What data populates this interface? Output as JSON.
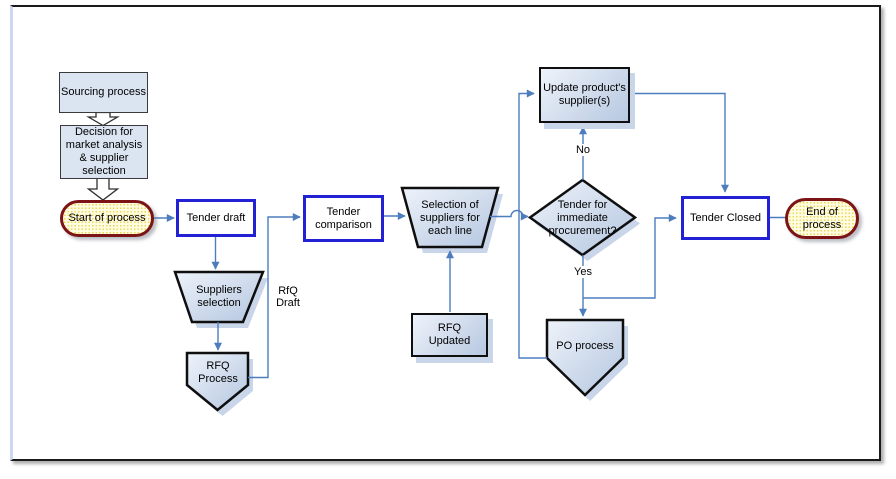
{
  "colors": {
    "connector_blue": "#4d7dbd",
    "node_border_black": "#0f0f0f",
    "node_border_blue": "#2222d4",
    "plain_fill": "#dbe5f1",
    "gradient_fill_start": "#eef3fa",
    "gradient_fill_end": "#b7c8e1",
    "shape_shadow": "#c9d5e9",
    "terminal_fill": "#fffce4",
    "terminal_dots": "#eeda52",
    "terminal_border": "#7c1416",
    "page_border": "#1a1a1a"
  },
  "nodes": {
    "sourcing_process": {
      "label": "Sourcing process"
    },
    "decision_market_analysis": {
      "label": "Decision for\nmarket analysis\n& supplier\nselection"
    },
    "start_of_process": {
      "label": "Start of process"
    },
    "tender_draft": {
      "label": "Tender draft"
    },
    "suppliers_selection": {
      "label": "Suppliers\nselection"
    },
    "rfq_process": {
      "label": "RFQ\nProcess"
    },
    "tender_comparison": {
      "label": "Tender\ncomparison"
    },
    "selection_of_suppliers": {
      "label": "Selection of\nsuppliers for\neach line"
    },
    "rfq_updated": {
      "label": "RFQ\nUpdated"
    },
    "tender_immediate_procurement": {
      "label": "Tender for\nimmediate\nprocurement?"
    },
    "update_products_suppliers": {
      "label": "Update product's\nsupplier(s)"
    },
    "po_process": {
      "label": "PO process"
    },
    "tender_closed": {
      "label": "Tender Closed"
    },
    "end_of_process": {
      "label": "End of\nprocess"
    }
  },
  "edge_labels": {
    "rfq_draft": "RfQ\nDraft",
    "no": "No",
    "yes": "Yes"
  },
  "edges": [
    {
      "from": "sourcing_process",
      "to": "decision_market_analysis"
    },
    {
      "from": "decision_market_analysis",
      "to": "start_of_process"
    },
    {
      "from": "start_of_process",
      "to": "tender_draft"
    },
    {
      "from": "tender_draft",
      "to": "suppliers_selection"
    },
    {
      "from": "suppliers_selection",
      "to": "rfq_process"
    },
    {
      "from": "rfq_process",
      "to": "tender_comparison",
      "label": "RfQ Draft"
    },
    {
      "from": "tender_comparison",
      "to": "selection_of_suppliers"
    },
    {
      "from": "rfq_updated",
      "to": "selection_of_suppliers"
    },
    {
      "from": "selection_of_suppliers",
      "to": "tender_immediate_procurement"
    },
    {
      "from": "tender_immediate_procurement",
      "to": "update_products_suppliers",
      "label": "No"
    },
    {
      "from": "tender_immediate_procurement",
      "to": "po_process",
      "label": "Yes"
    },
    {
      "from": "tender_immediate_procurement",
      "to": "tender_closed",
      "label": "Yes"
    },
    {
      "from": "po_process",
      "to": "update_products_suppliers"
    },
    {
      "from": "update_products_suppliers",
      "to": "tender_closed"
    },
    {
      "from": "tender_closed",
      "to": "end_of_process"
    }
  ]
}
